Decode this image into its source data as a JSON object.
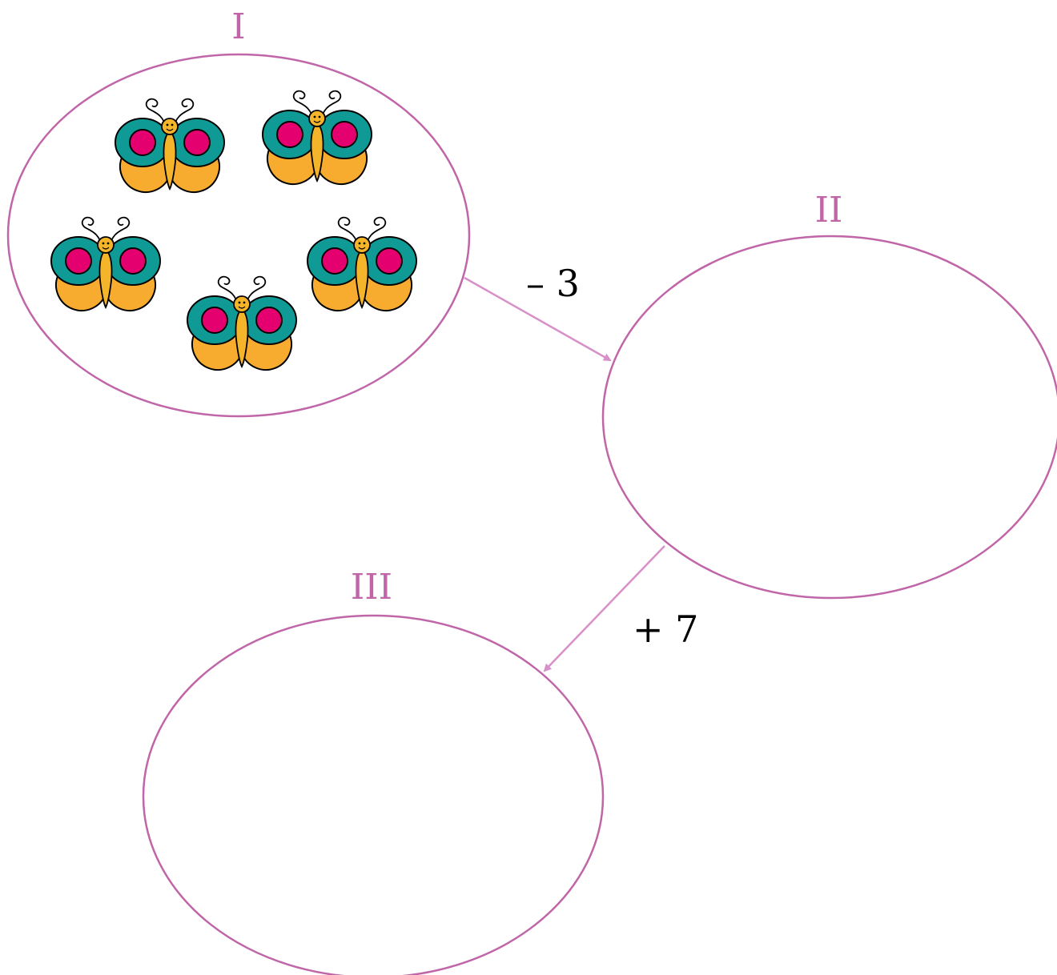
{
  "colors": {
    "accent": "#c066a8",
    "arrow": "#d890c8",
    "wing_top": "#0f9a96",
    "wing_spot": "#e4006e",
    "wing_bottom": "#f7ac2f",
    "body": "#f5b52a"
  },
  "sets": [
    {
      "label": "I"
    },
    {
      "label": "II"
    },
    {
      "label": "III"
    }
  ],
  "operations": [
    {
      "text": "– 3"
    },
    {
      "text": "+  7"
    }
  ],
  "set_one_contents": {
    "item": "butterfly-icon",
    "count": 5
  }
}
